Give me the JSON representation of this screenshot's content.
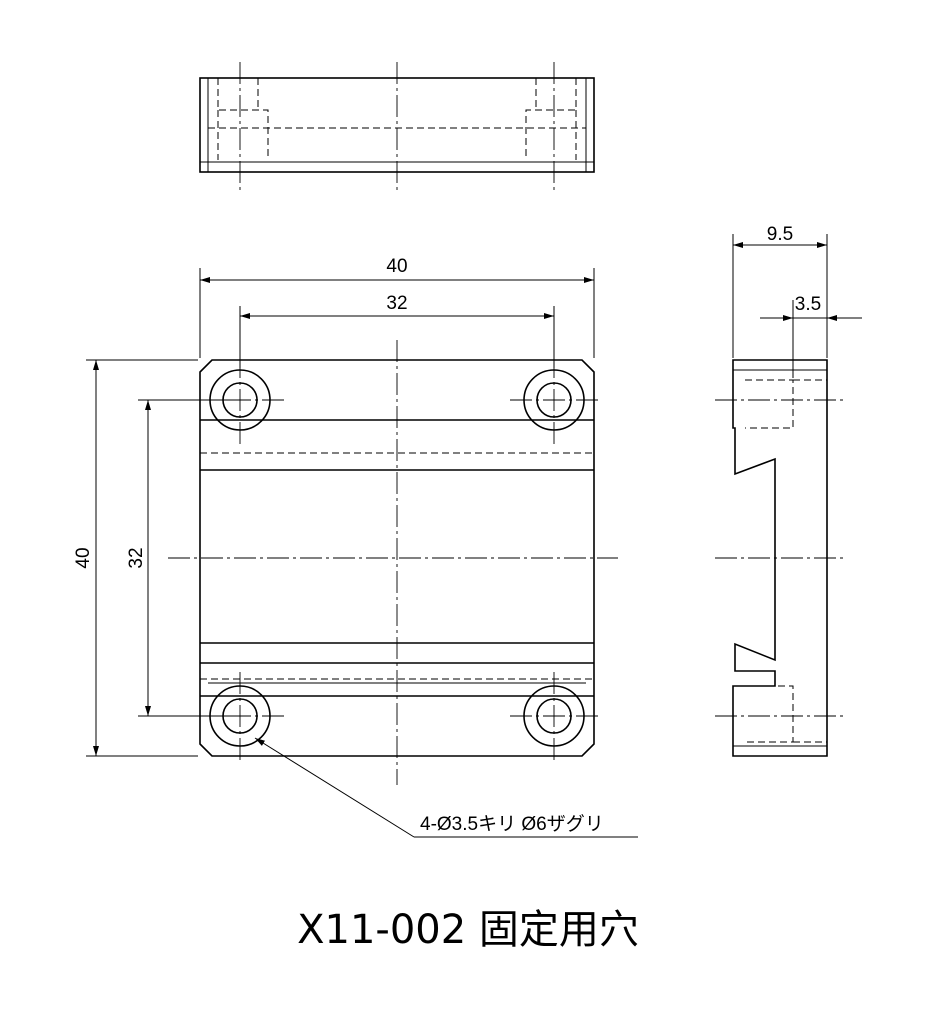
{
  "title": "X11-002 固定用穴",
  "dimensions": {
    "front_width": "40",
    "front_hole_pitch_x": "32",
    "front_height": "40",
    "front_hole_pitch_y": "32",
    "side_depth": "9.5",
    "side_counterbore_depth": "3.5"
  },
  "callout": {
    "hole_spec": "4-Ø3.5キリ Ø6ザグリ"
  },
  "colors": {
    "line": "#000000",
    "background": "#ffffff"
  }
}
